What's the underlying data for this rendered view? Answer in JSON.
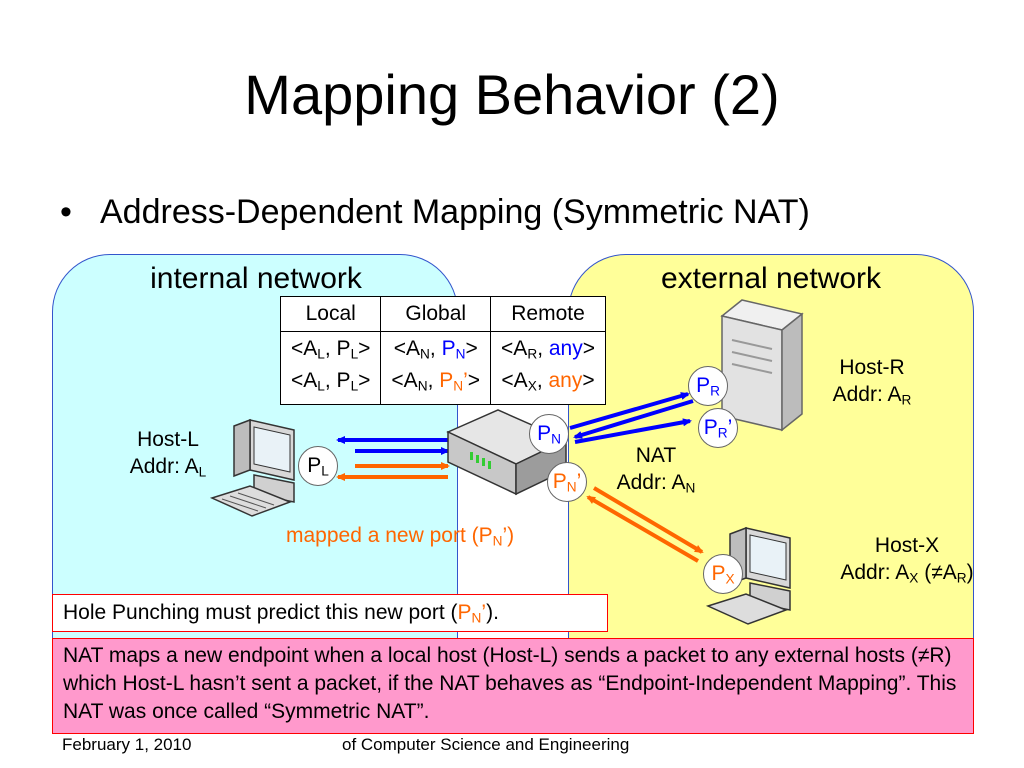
{
  "slide": {
    "title": "Mapping Behavior (2)",
    "bullet_symbol": "•",
    "bullet": "Address-Dependent Mapping (Symmetric NAT)"
  },
  "regions": {
    "internal_label": "internal network",
    "external_label": "external network"
  },
  "nat_table": {
    "headers": [
      "Local",
      "Global",
      "Remote"
    ],
    "rows": [
      {
        "local": {
          "open": "<A",
          "a_sub": "L",
          "mid": ", P",
          "p_sub": "L",
          "close": ">"
        },
        "global": {
          "open": "<A",
          "a_sub": "N",
          "mid": ", ",
          "p": "P",
          "p_sub": "N",
          "p_suffix": "",
          "close": ">"
        },
        "remote": {
          "open": "<A",
          "a_sub": "R",
          "mid": ", ",
          "val": "any",
          "close": ">"
        }
      },
      {
        "local": {
          "open": "<A",
          "a_sub": "L",
          "mid": ", P",
          "p_sub": "L",
          "close": ">"
        },
        "global": {
          "open": "<A",
          "a_sub": "N",
          "mid": ", ",
          "p": "P",
          "p_sub": "N",
          "p_suffix": "’",
          "close": ">"
        },
        "remote": {
          "open": "<A",
          "a_sub": "X",
          "mid": ", ",
          "val": "any",
          "close": ">"
        }
      }
    ]
  },
  "hosts": {
    "host_l": {
      "name": "Host-L",
      "addr_prefix": "Addr: A",
      "addr_sub": "L"
    },
    "host_r": {
      "name": "Host-R",
      "addr_prefix": "Addr: A",
      "addr_sub": "R"
    },
    "host_x": {
      "name": "Host-X",
      "addr_prefix": "Addr: A",
      "addr_sub": "X",
      "addr_suffix1": " (≠A",
      "addr_sub2": "R",
      "addr_suffix2": ")"
    },
    "nat": {
      "name": "NAT",
      "addr_prefix": "Addr: A",
      "addr_sub": "N"
    }
  },
  "ports": {
    "pl": {
      "base": "P",
      "sub": "L",
      "suffix": ""
    },
    "pn": {
      "base": "P",
      "sub": "N",
      "suffix": ""
    },
    "pn2": {
      "base": "P",
      "sub": "N",
      "suffix": "’"
    },
    "pr": {
      "base": "P",
      "sub": "R",
      "suffix": ""
    },
    "pr2": {
      "base": "P",
      "sub": "R",
      "suffix": "’"
    },
    "px": {
      "base": "P",
      "sub": "X",
      "suffix": ""
    }
  },
  "mapped_note": {
    "prefix": "mapped a new port (P",
    "sub": "N",
    "suffix": "’)"
  },
  "punch_note": {
    "text": "Hole Punching must predict this new port (",
    "p": "P",
    "p_sub": "N",
    "p_suffix": "’",
    "end": ")."
  },
  "explanation": "NAT maps a new endpoint when a local host (Host-L) sends a packet to any external hosts (≠R) which Host-L hasn’t sent a packet, if the NAT behaves as “Endpoint-Independent Mapping”. This NAT was once called “Symmetric NAT”.",
  "footer": {
    "date": "February 1, 2010",
    "dept": "of Computer Science and Engineering"
  },
  "colors": {
    "internal_bg": "#ccffff",
    "external_bg": "#ffff99",
    "blue_arrow": "#0000ff",
    "orange_arrow": "#ff6600",
    "explain_bg": "#ff99cc",
    "border_red": "#ff0000"
  },
  "icons": [
    "desktop-computer-icon",
    "server-icon",
    "router-icon"
  ]
}
